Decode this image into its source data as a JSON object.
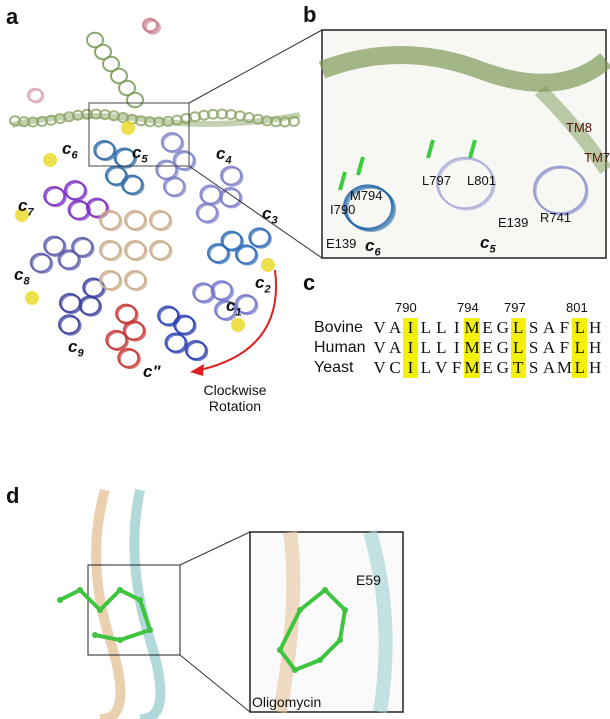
{
  "panels": {
    "a": {
      "label": "a",
      "subunits": [
        {
          "name": "c",
          "sub": "1"
        },
        {
          "name": "c",
          "sub": "2"
        },
        {
          "name": "c",
          "sub": "3"
        },
        {
          "name": "c",
          "sub": "4"
        },
        {
          "name": "c",
          "sub": "5"
        },
        {
          "name": "c",
          "sub": "6"
        },
        {
          "name": "c",
          "sub": "7"
        },
        {
          "name": "c",
          "sub": "8"
        },
        {
          "name": "c",
          "sub": "9"
        },
        {
          "name": "c\"",
          "sub": ""
        }
      ],
      "arrow_label_1": "Clockwise",
      "arrow_label_2": "Rotation"
    },
    "b": {
      "label": "b",
      "residues": [
        "I790",
        "M794",
        "L797",
        "L801",
        "R741",
        "E139",
        "E139"
      ],
      "helices": [
        "TM8",
        "TM7"
      ],
      "subunits": [
        {
          "name": "c",
          "sub": "6"
        },
        {
          "name": "c",
          "sub": "5"
        }
      ]
    },
    "c": {
      "label": "c",
      "positions": [
        "790",
        "794",
        "797",
        "801"
      ],
      "rows": [
        {
          "species": "Bovine",
          "sequence": "VAILLIMEGLSAFLH"
        },
        {
          "species": "Human",
          "sequence": "VAILLIMEGLSAFLH"
        },
        {
          "species": "Yeast",
          "sequence": "VCILVFMEGTSAMLH"
        }
      ],
      "highlight_columns": [
        2,
        6,
        9,
        13
      ],
      "highlight_color": "#f5f00a"
    },
    "d": {
      "label": "d",
      "residue": "E59",
      "ligand": "Oligomycin"
    }
  }
}
